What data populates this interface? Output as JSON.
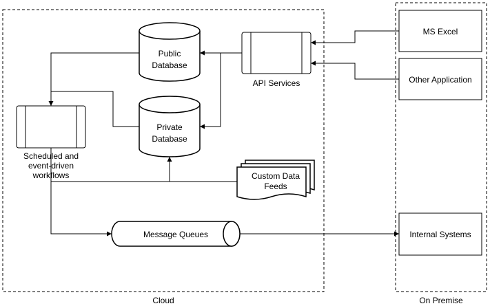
{
  "containers": {
    "cloud": "Cloud",
    "on_premise": "On Premise"
  },
  "nodes": {
    "public_db": [
      "Public",
      "Database"
    ],
    "private_db": [
      "Private",
      "Database"
    ],
    "api_services": "API Services",
    "workflows": [
      "Scheduled and",
      "event-driven",
      "workflows"
    ],
    "custom_feeds": [
      "Custom Data",
      "Feeds"
    ],
    "message_queues": "Message Queues",
    "ms_excel": "MS Excel",
    "other_app": "Other Application",
    "internal_systems": "Internal Systems"
  },
  "edges": [
    {
      "from": "ms_excel",
      "to": "api_services"
    },
    {
      "from": "other_app",
      "to": "api_services"
    },
    {
      "from": "api_services",
      "to": "public_db"
    },
    {
      "from": "api_services",
      "to": "private_db"
    },
    {
      "from": "public_db",
      "to": "workflows"
    },
    {
      "from": "private_db",
      "to": "workflows"
    },
    {
      "from": "custom_feeds",
      "to": "private_db"
    },
    {
      "from": "workflows",
      "to": "message_queues"
    },
    {
      "from": "message_queues",
      "to": "internal_systems"
    }
  ]
}
